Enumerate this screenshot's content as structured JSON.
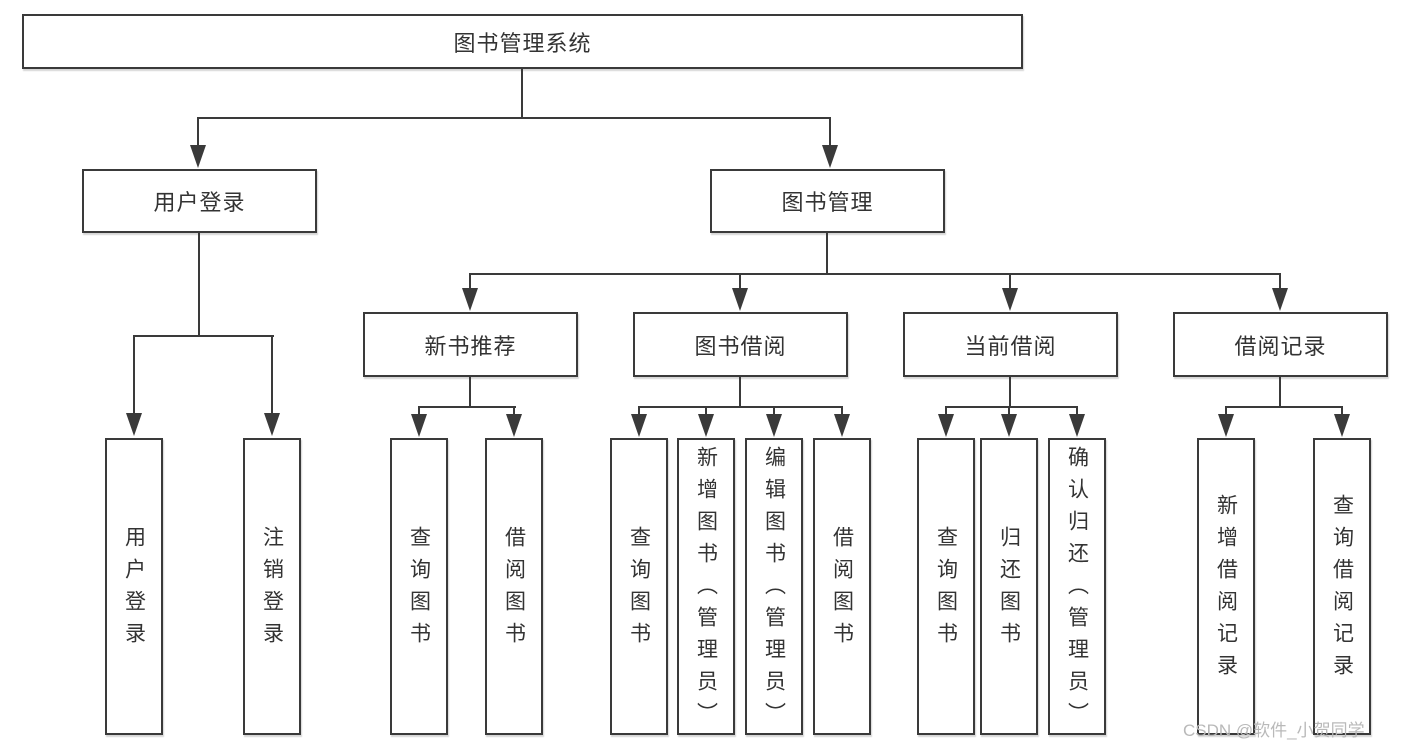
{
  "colors": {
    "background": "#ffffff",
    "line": "#3a3a3a",
    "box_border": "#3a3a3a",
    "text": "#333333",
    "watermark": "#b9b9b9"
  },
  "watermark": {
    "text": "CSDN @软件_小贺同学"
  },
  "tree": {
    "root": {
      "label": "图书管理系统"
    },
    "branches": [
      {
        "label": "用户登录",
        "leaves": [
          {
            "label": "用户登录"
          },
          {
            "label": "注销登录"
          }
        ]
      },
      {
        "label": "图书管理",
        "groups": [
          {
            "label": "新书推荐",
            "leaves": [
              {
                "label": "查询图书"
              },
              {
                "label": "借阅图书"
              }
            ]
          },
          {
            "label": "图书借阅",
            "leaves": [
              {
                "label": "查询图书"
              },
              {
                "label": "新增图书（管理员）"
              },
              {
                "label": "编辑图书（管理员）"
              },
              {
                "label": "借阅图书"
              }
            ]
          },
          {
            "label": "当前借阅",
            "leaves": [
              {
                "label": "查询图书"
              },
              {
                "label": "归还图书"
              },
              {
                "label": "确认归还（管理员）"
              }
            ]
          },
          {
            "label": "借阅记录",
            "leaves": [
              {
                "label": "新增借阅记录"
              },
              {
                "label": "查询借阅记录"
              }
            ]
          }
        ]
      }
    ]
  }
}
